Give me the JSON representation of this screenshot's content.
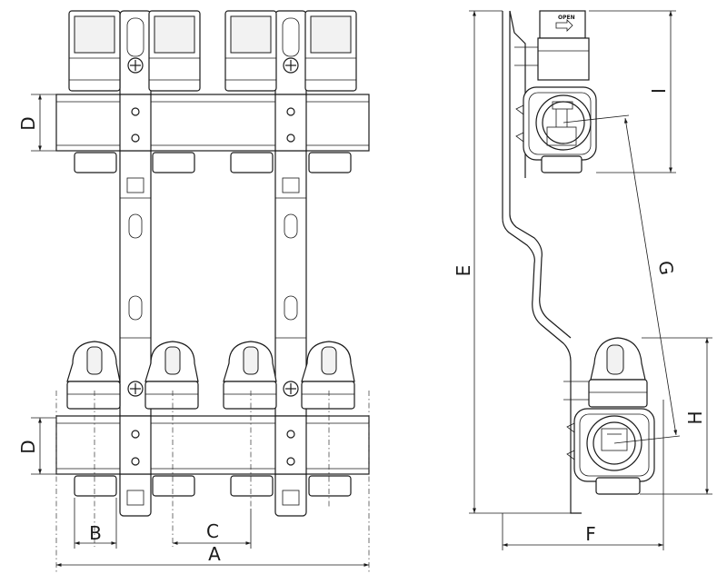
{
  "dimensions": {
    "A": "A",
    "B": "B",
    "C": "C",
    "D_top": "D",
    "D_bottom": "D",
    "E": "E",
    "F": "F",
    "G": "G",
    "H": "H",
    "I": "I"
  },
  "labels": {
    "open": "OPEN"
  }
}
